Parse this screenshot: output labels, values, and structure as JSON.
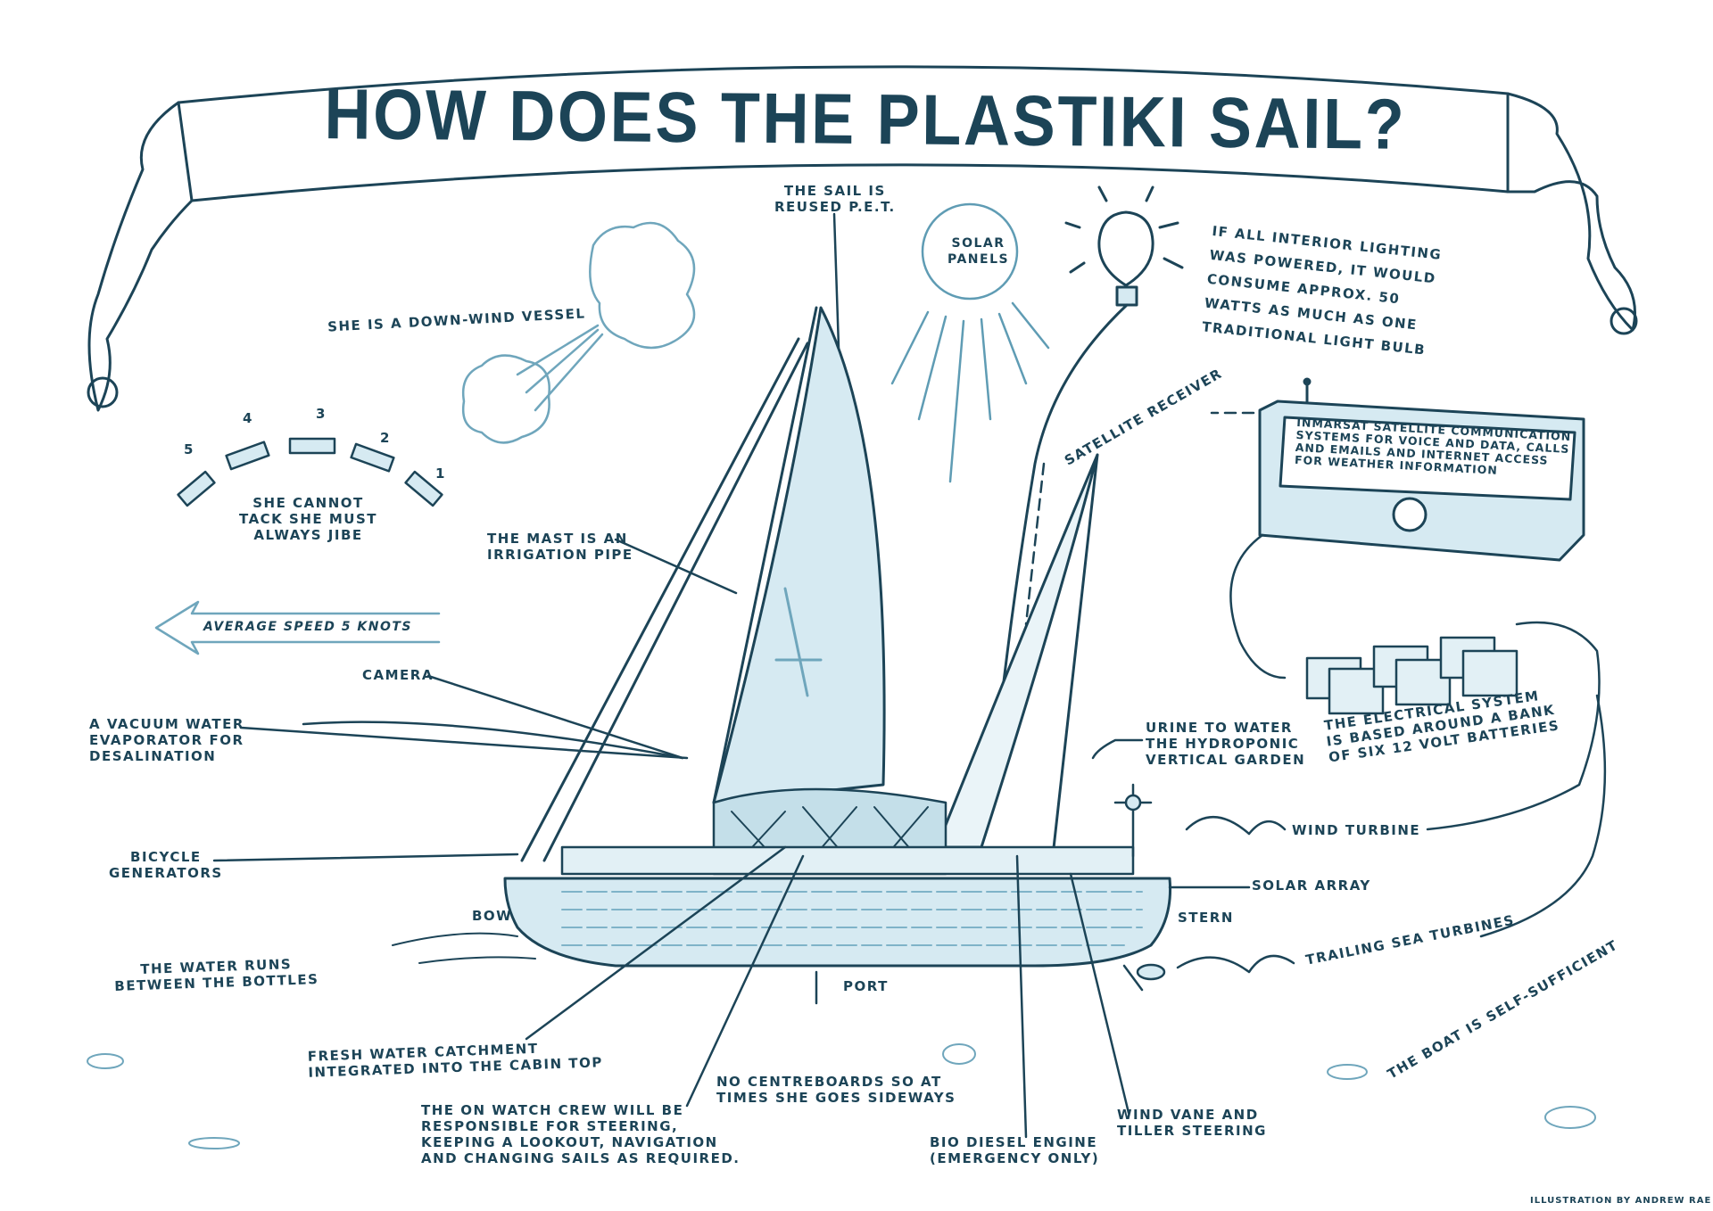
{
  "title": "HOW DOES THE PLASTIKI SAIL?",
  "colors": {
    "ink": "#1c4457",
    "wash": "#d6eaf2",
    "mid": "#7fb3c8"
  },
  "labels": {
    "sail": [
      "THE SAIL IS",
      "REUSED P.E.T."
    ],
    "solar_panels": [
      "SOLAR",
      "PANELS"
    ],
    "lighting": [
      "IF ALL INTERIOR LIGHTING",
      "WAS POWERED, IT WOULD",
      "CONSUME APPROX. 50",
      "WATTS AS MUCH AS ONE",
      "TRADITIONAL LIGHT BULB"
    ],
    "down_wind": "SHE IS A DOWN-WIND VESSEL",
    "tack": [
      "SHE CANNOT",
      "TACK SHE MUST",
      "ALWAYS JIBE"
    ],
    "tack_steps": [
      "5",
      "4",
      "3",
      "2",
      "1"
    ],
    "mast": [
      "THE MAST IS AN",
      "IRRIGATION PIPE"
    ],
    "speed": "AVERAGE SPEED 5 KNOTS",
    "camera": "CAMERA",
    "vacuum": [
      "A VACUUM WATER",
      "EVAPORATOR FOR",
      "DESALINATION"
    ],
    "bicycle": [
      "BICYCLE",
      "GENERATORS"
    ],
    "bow": "BOW",
    "water_runs": [
      "THE WATER RUNS",
      "BETWEEN THE BOTTLES"
    ],
    "fresh_water": [
      "FRESH WATER CATCHMENT",
      "INTEGRATED INTO THE CABIN TOP"
    ],
    "crew": [
      "THE ON WATCH CREW WILL BE",
      "RESPONSIBLE FOR STEERING,",
      "KEEPING A LOOKOUT, NAVIGATION",
      "AND CHANGING SAILS AS REQUIRED."
    ],
    "centreboards": [
      "NO CENTREBOARDS SO AT",
      "TIMES SHE GOES SIDEWAYS"
    ],
    "port": "PORT",
    "bio_diesel": [
      "BIO DIESEL ENGINE",
      "(EMERGENCY ONLY)"
    ],
    "wind_vane": [
      "WIND VANE AND",
      "TILLER STEERING"
    ],
    "stern": "STERN",
    "solar_array": "SOLAR ARRAY",
    "wind_turbine": "WIND TURBINE",
    "sea_turbines": "TRAILING SEA TURBINES",
    "self_sufficient": "THE BOAT IS SELF-SUFFICIENT",
    "electrical": [
      "THE ELECTRICAL SYSTEM",
      "IS BASED AROUND A BANK",
      "OF SIX 12 VOLT BATTERIES"
    ],
    "urine": [
      "URINE TO WATER",
      "THE HYDROPONIC",
      "VERTICAL GARDEN"
    ],
    "satellite_receiver": "SATELLITE RECEIVER",
    "inmarsat": [
      "INMARSAT SATELLITE COMMUNICATION",
      "SYSTEMS FOR VOICE AND DATA, CALLS",
      "AND EMAILS AND INTERNET ACCESS",
      "FOR WEATHER INFORMATION"
    ],
    "credit": "ILLUSTRATION BY ANDREW RAE"
  }
}
